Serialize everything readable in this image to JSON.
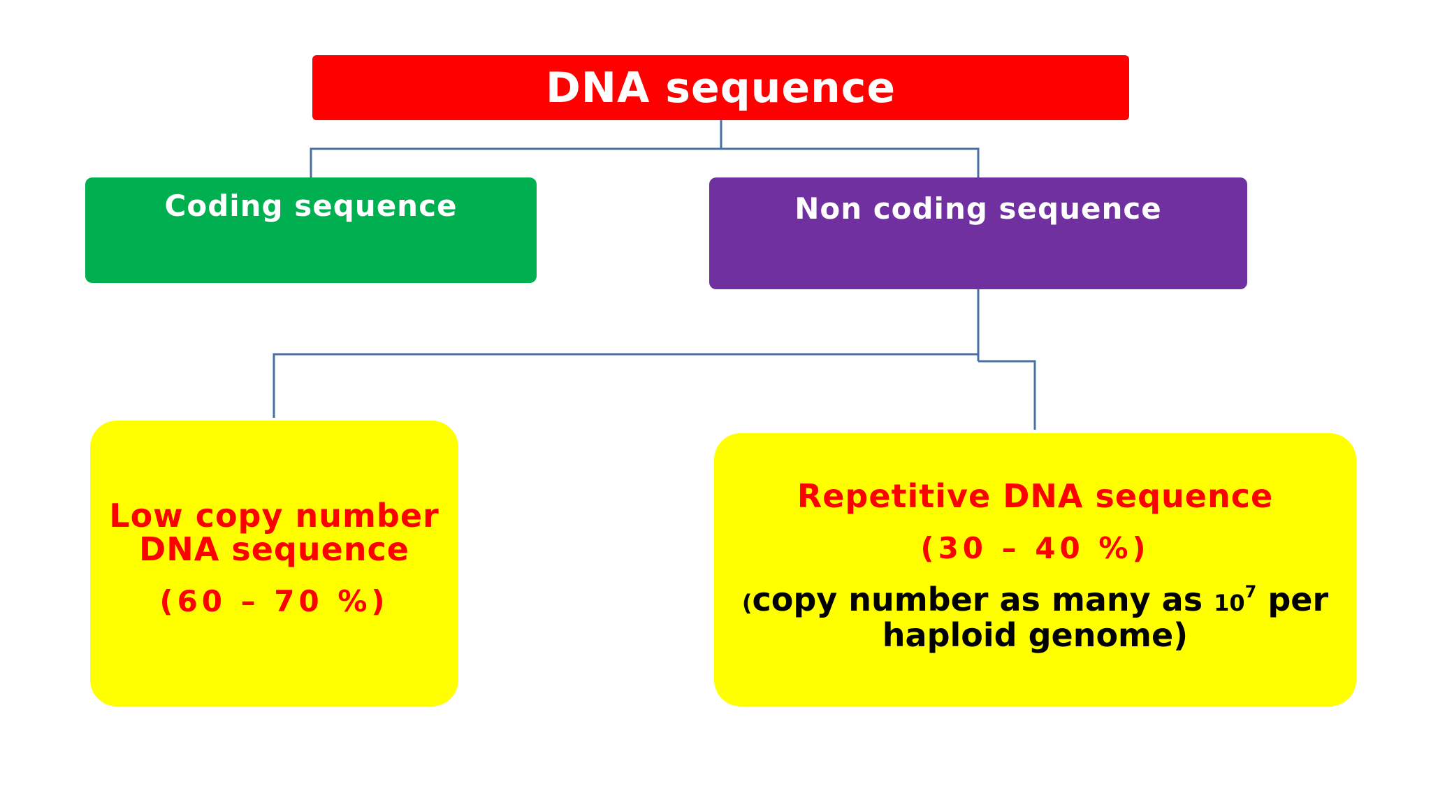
{
  "root": {
    "label": "DNA sequence",
    "color": "#ff0000"
  },
  "coding": {
    "label": "Coding sequence",
    "color": "#00b050"
  },
  "noncoding": {
    "label": "Non coding sequence",
    "color": "#7030a0"
  },
  "low_copy": {
    "title_line1": "Low copy number",
    "title_line2": "DNA sequence",
    "percent": "(60 – 70 %)",
    "color": "#ffff00",
    "text_color": "#ff0000"
  },
  "repetitive": {
    "title": "Repetitive DNA sequence",
    "percent": "(30 – 40 %)",
    "note_open": "(",
    "note_pre": "copy number as many as ",
    "note_base": "10",
    "note_exp": "7",
    "note_post": " per",
    "note_line2": "haploid genome)",
    "color": "#ffff00",
    "text_color": "#ff0000"
  },
  "connector_color": "#4a6fa5"
}
